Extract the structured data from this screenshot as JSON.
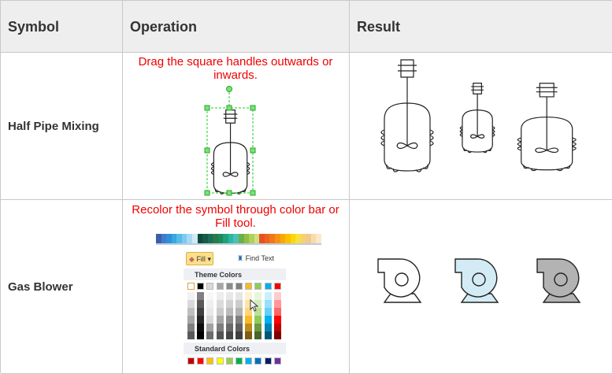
{
  "headers": [
    "Symbol",
    "Operation",
    "Result"
  ],
  "rows": [
    {
      "symbol": "Half Pipe Mixing",
      "operation": "Drag the square handles outwards or inwards."
    },
    {
      "symbol": "Gas Blower",
      "operation": "Recolor the symbol through color bar or Fill tool."
    }
  ],
  "fill_panel": {
    "fill_label": "Fill",
    "find_label": "Find Text",
    "theme_title": "Theme Colors",
    "standard_title": "Standard Colors"
  },
  "colors": {
    "accent_red": "#ee0000",
    "selection_green": "#22cc22",
    "blower_fills": [
      "#ffffff",
      "#d3ebf5",
      "#b3b3b3"
    ],
    "bar": [
      "#3a5fa8",
      "#3f7cc8",
      "#2f8fd8",
      "#39a7e0",
      "#55bde8",
      "#7ccbee",
      "#a6daf2",
      "#cfe9f5",
      "#0c4a3a",
      "#145c48",
      "#1a6e55",
      "#2a7a4a",
      "#1c8a5a",
      "#22a07a",
      "#2ab8a0",
      "#4cc0b0",
      "#6ab04a",
      "#90c040",
      "#b0d060",
      "#d0e080",
      "#e85020",
      "#f06020",
      "#f07818",
      "#f89010",
      "#f8a808",
      "#fcc000",
      "#fcd800",
      "#f8e040",
      "#f8d070",
      "#f0c890",
      "#f8dca8",
      "#fae8c8"
    ],
    "theme": [
      "#ffffff",
      "#000000",
      "#d8d8d8",
      "#a6a6a6",
      "#8c8c8c",
      "#7f7f7f",
      "#fbb921",
      "#8fcb57",
      "#00b0f0",
      "#ff0000"
    ],
    "standard": [
      "#c00000",
      "#ff0000",
      "#ffc000",
      "#ffff00",
      "#92d050",
      "#00b050",
      "#00b0f0",
      "#0070c0",
      "#002060",
      "#7030a0"
    ]
  }
}
